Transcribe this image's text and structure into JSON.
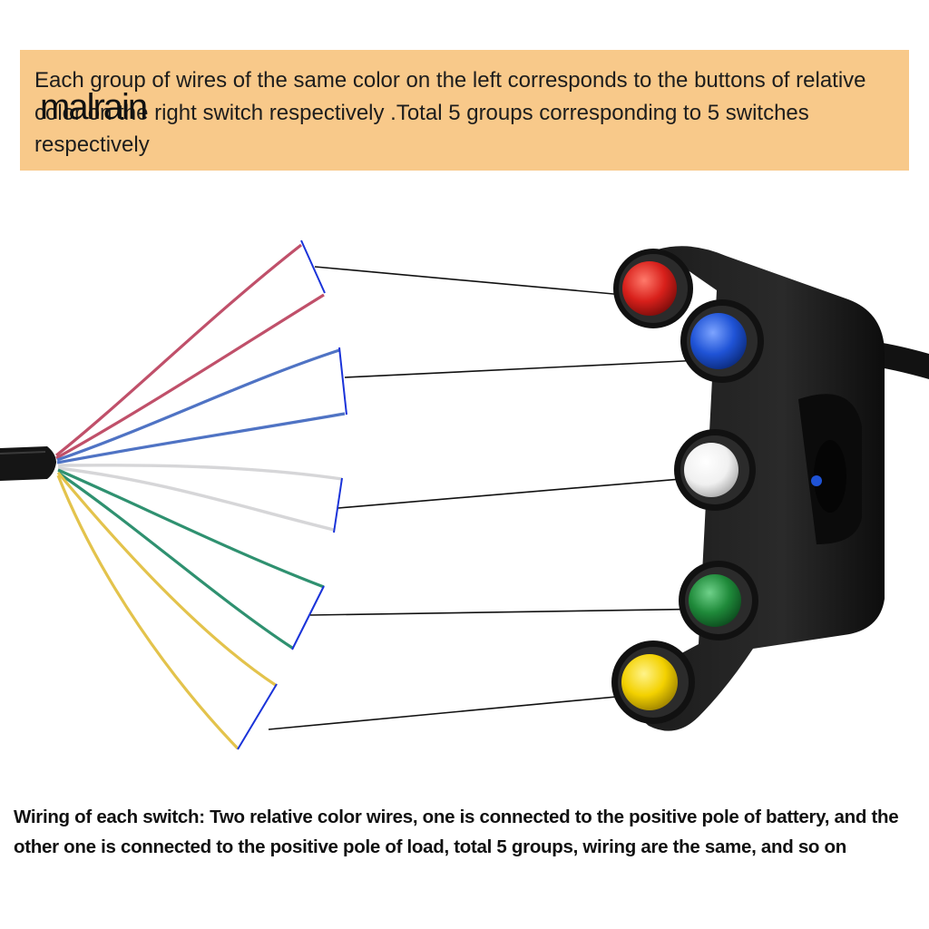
{
  "header": {
    "text": "Each group of wires of the same color on the left corresponds to the buttons of relative color on the right switch respectively .Total 5 groups corresponding to 5 switches respectively",
    "background": "#f8c98a"
  },
  "watermark": {
    "text": "malrain"
  },
  "wires": [
    {
      "name": "red",
      "color": "#c0506a"
    },
    {
      "name": "blue",
      "color": "#4f73c4"
    },
    {
      "name": "white",
      "color": "#d6d6d8"
    },
    {
      "name": "green",
      "color": "#2f9170"
    },
    {
      "name": "yellow",
      "color": "#e3c34c"
    }
  ],
  "buttons": [
    {
      "name": "red",
      "color": "#d8201b"
    },
    {
      "name": "blue",
      "color": "#1f53d6"
    },
    {
      "name": "white",
      "color": "#f5f5f5"
    },
    {
      "name": "green",
      "color": "#1f8a3a"
    },
    {
      "name": "yellow",
      "color": "#f3d100"
    }
  ],
  "caption": {
    "text": "Wiring of each switch: Two relative color wires, one is connected to the positive pole of battery, and the other one is connected to the positive pole of load, total 5 groups, wiring are the same, and so on"
  }
}
